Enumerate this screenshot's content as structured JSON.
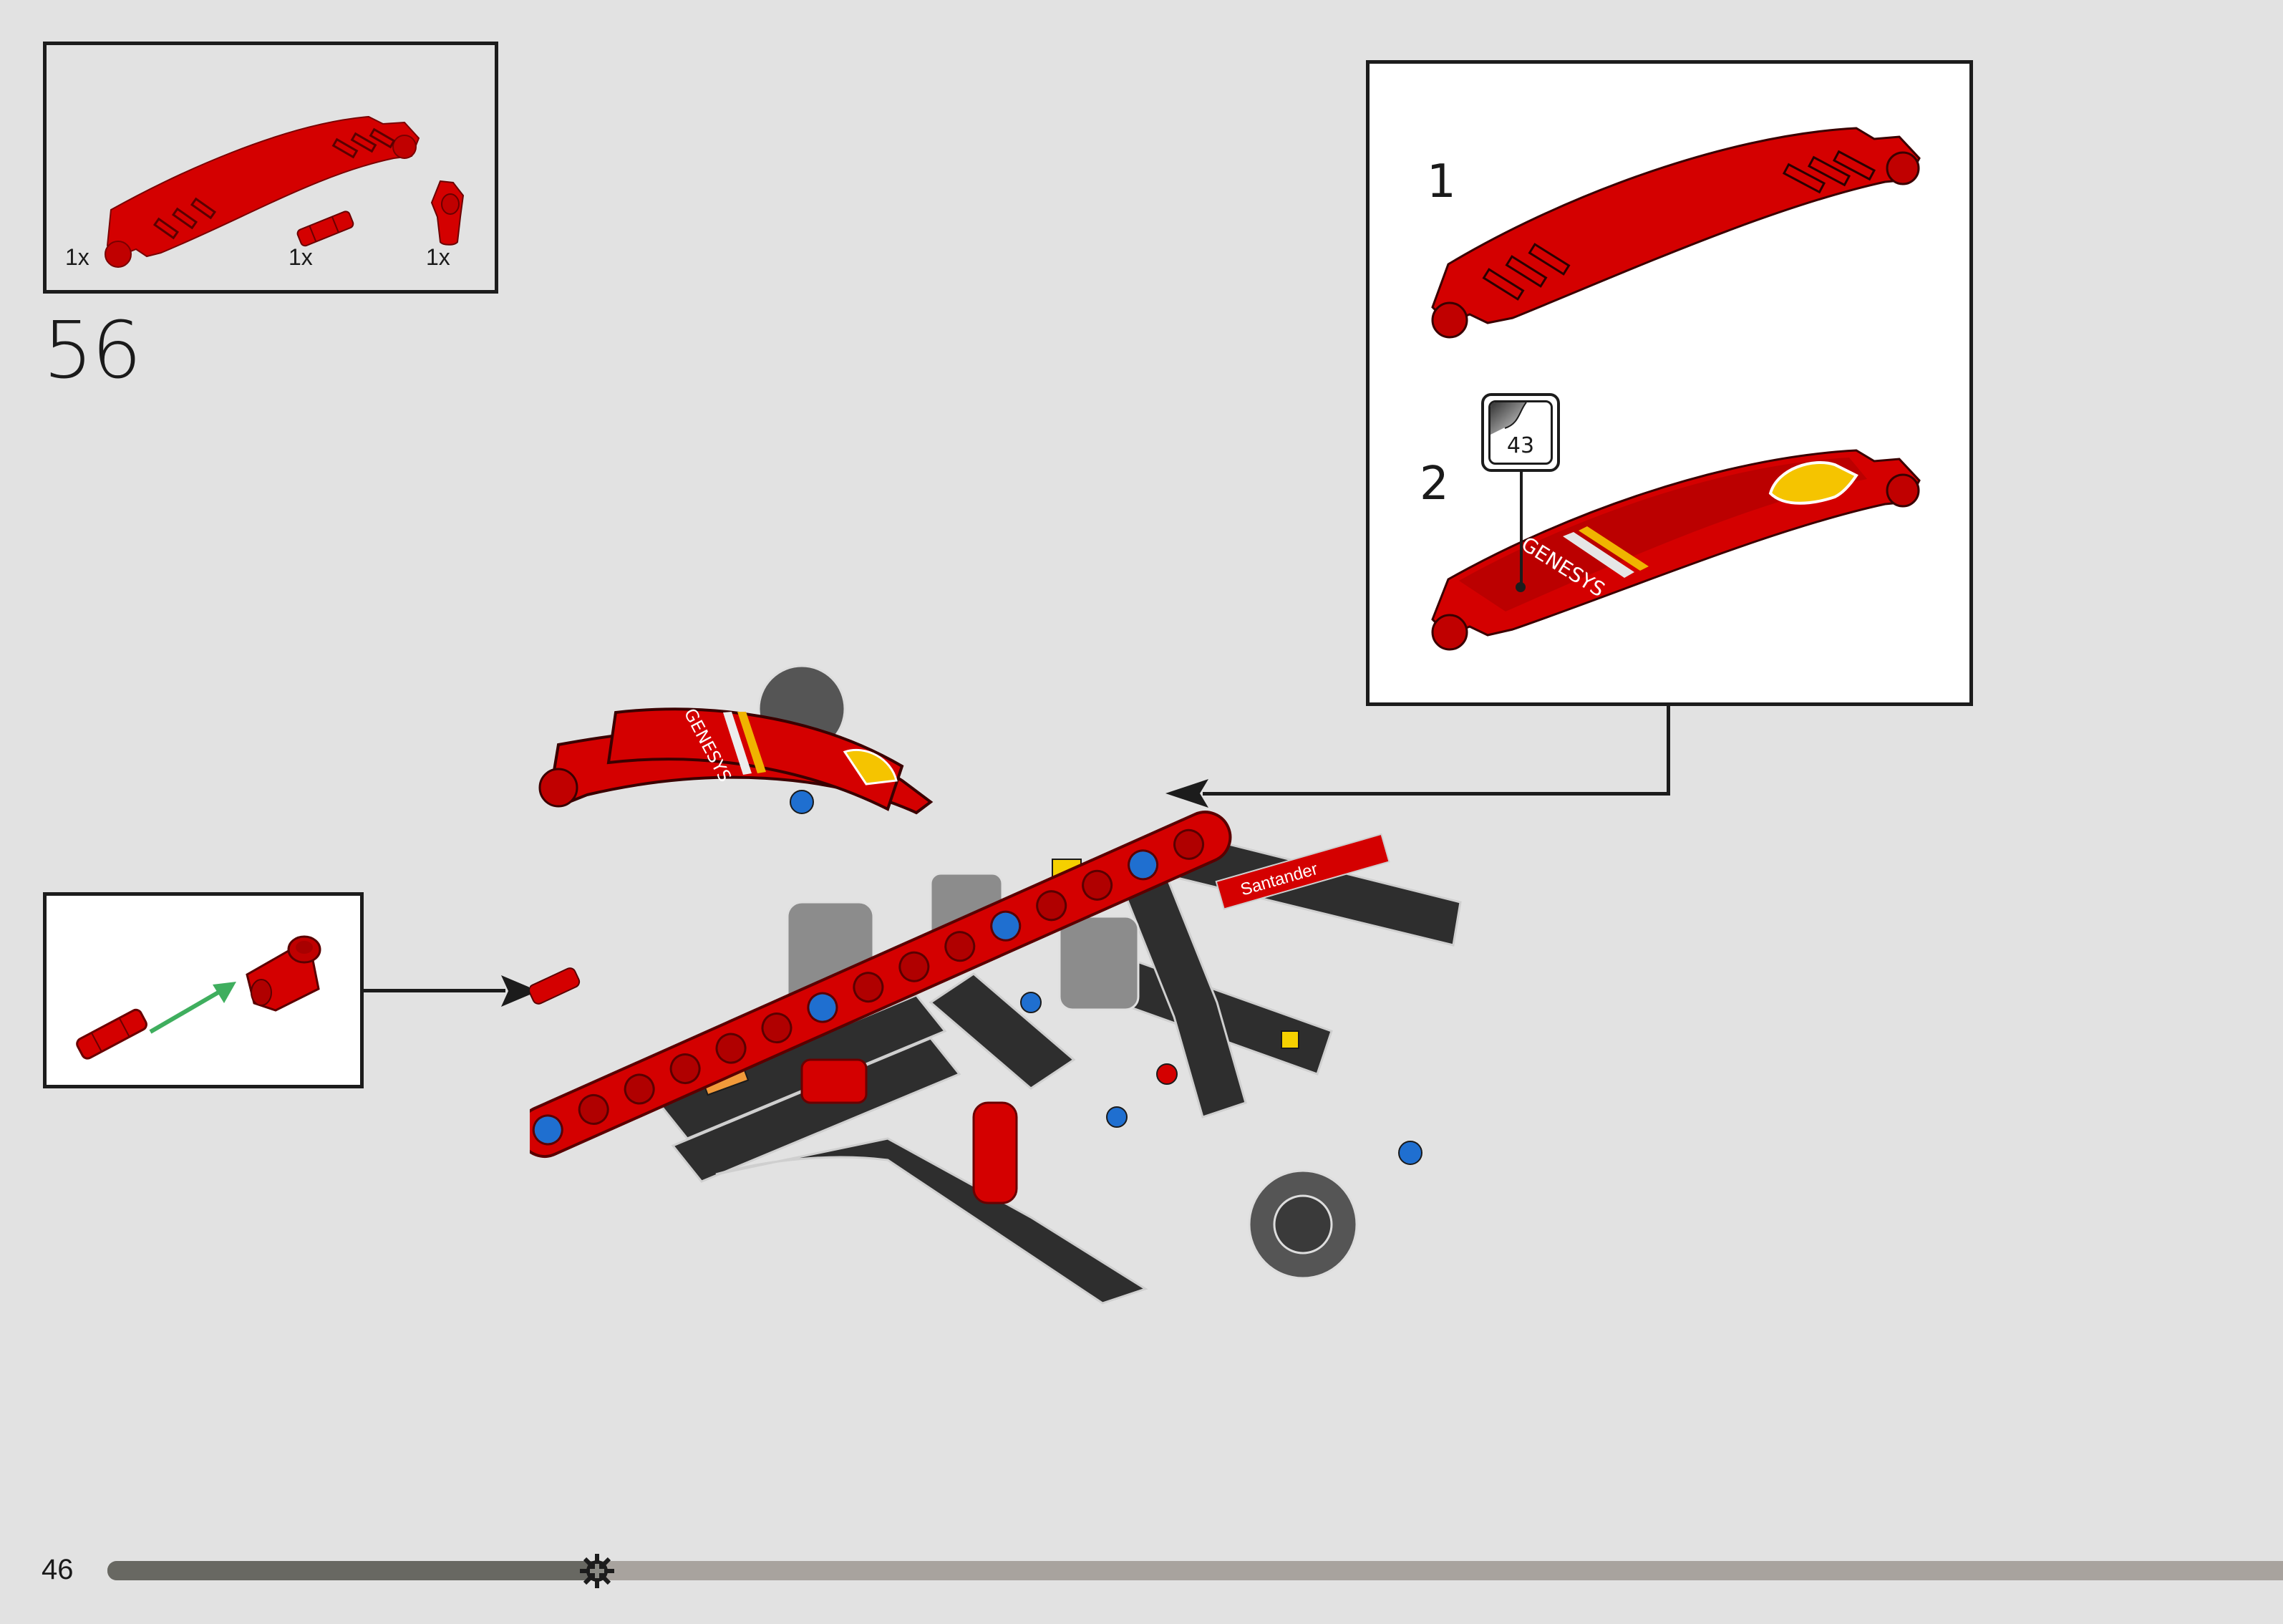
{
  "page": {
    "type": "LEGO Technic building instructions page",
    "background_color": "#e2e2e2",
    "page_number": "46"
  },
  "step": {
    "number": "56"
  },
  "parts_list": {
    "items": [
      {
        "name": "curved panel (red)",
        "icon": "curved-panel-icon",
        "quantity": "1x",
        "color": "#d40000"
      },
      {
        "name": "axle pin connector (red)",
        "icon": "axle-pin-icon",
        "quantity": "1x",
        "color": "#d40000"
      },
      {
        "name": "angle connector (red)",
        "icon": "angle-connector-icon",
        "quantity": "1x",
        "color": "#d40000"
      }
    ]
  },
  "sticker_callout": {
    "substeps": [
      {
        "label": "1",
        "description": "plain red curved panel"
      },
      {
        "label": "2",
        "description": "curved panel with sticker applied"
      }
    ],
    "sticker": {
      "number": "43",
      "icon": "sticker-icon"
    },
    "sticker_texts": [
      "GENESYS"
    ]
  },
  "subassembly_callout": {
    "description": "axle pin inserted into angle connector",
    "arrow_color": "#3fae5e"
  },
  "main_model": {
    "decals": [
      "GENESYS",
      "Santander"
    ],
    "colors": {
      "red": "#d40000",
      "dark_gray": "#2e2e2e",
      "light_gray": "#9a9a9a",
      "yellow": "#f5d000",
      "blue": "#1f6fd0",
      "orange": "#f29a3a"
    }
  },
  "progress": {
    "percent": 22,
    "fill_color": "#686862",
    "track_color": "#a8a39e",
    "marker_icon": "gear-icon"
  }
}
